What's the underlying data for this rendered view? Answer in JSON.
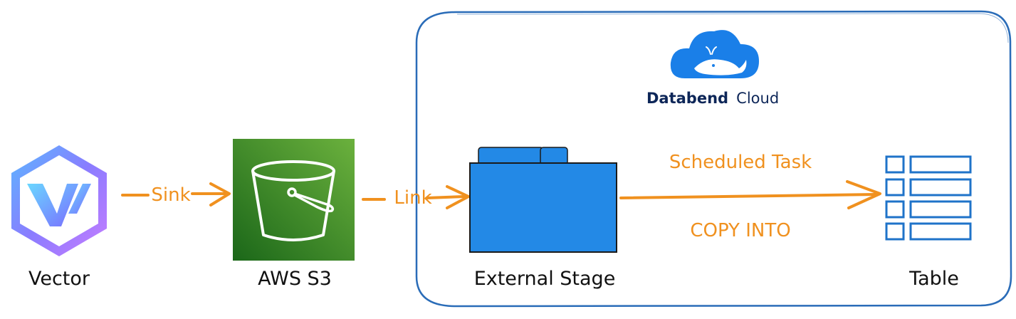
{
  "nodes": {
    "vector": {
      "label": "Vector"
    },
    "s3": {
      "label": "AWS S3"
    },
    "stage": {
      "label": "External Stage"
    },
    "table": {
      "label": "Table"
    }
  },
  "edges": {
    "sink": {
      "label": "Sink"
    },
    "link": {
      "label": "Link"
    },
    "copy": {
      "label_top": "Scheduled Task",
      "label_bottom": "COPY INTO"
    }
  },
  "cloud": {
    "brand_bold": "Databend",
    "brand_light": "Cloud"
  },
  "icons": {
    "vector": "vector-logo-icon",
    "s3": "s3-bucket-icon",
    "stage": "folder-icon",
    "table": "table-icon",
    "cloud": "databend-whale-cloud-icon"
  },
  "colors": {
    "arrow": "#f0911f",
    "container_border": "#2a6cb8",
    "folder": "#2389e6",
    "table_icon": "#1f73c9",
    "s3_dark": "#1d6b1e",
    "s3_light": "#6aae3a",
    "cloud_logo": "#1a7fe8",
    "brand_text": "#0d2658"
  }
}
